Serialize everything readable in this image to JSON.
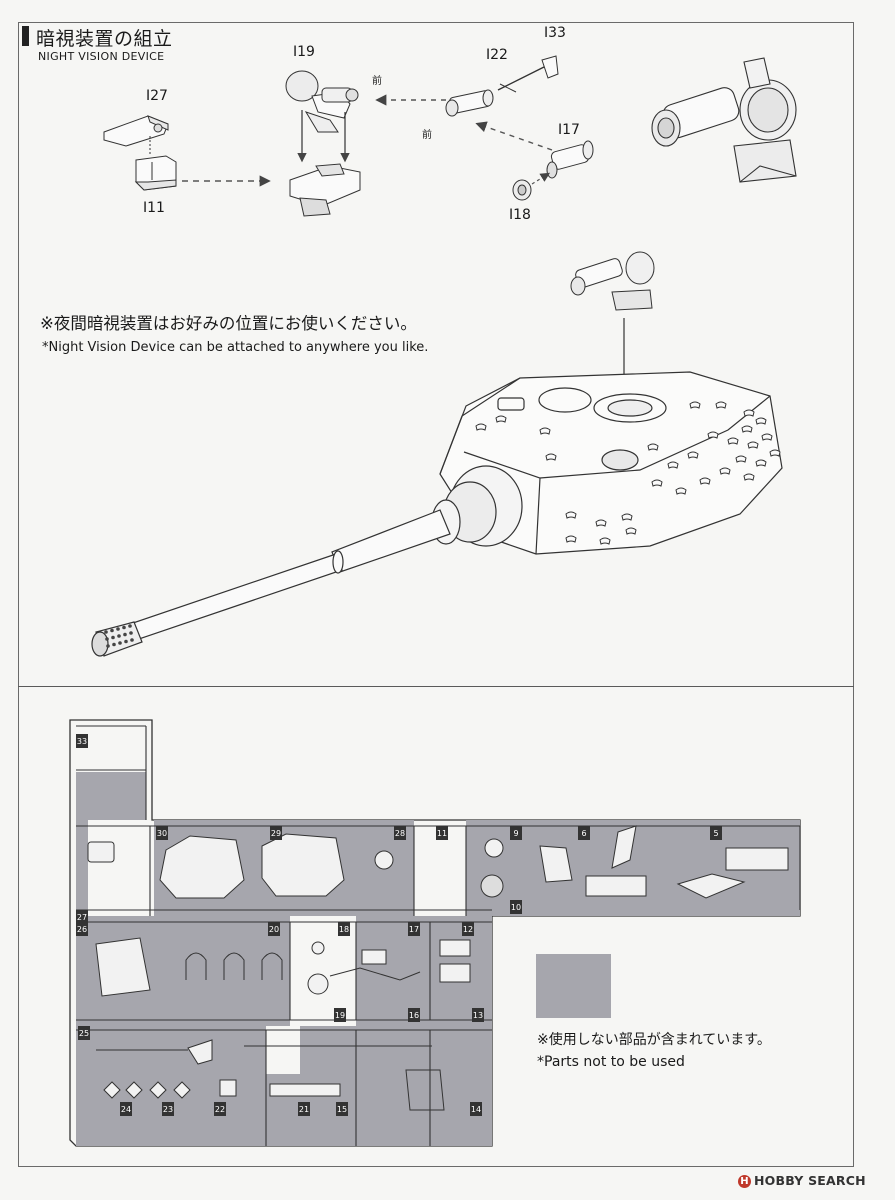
{
  "header": {
    "title_ja": "暗視装置の組立",
    "title_en": "NIGHT VISION DEVICE"
  },
  "parts": {
    "i27": "I27",
    "i11": "I11",
    "i19": "I19",
    "i22": "I22",
    "i33": "I33",
    "i17": "I17",
    "i18": "I18",
    "front_1": "前",
    "front_2": "前"
  },
  "note": {
    "ja": "※夜間暗視装置はお好みの位置にお使いください。",
    "en": "*Night Vision Device can be attached to anywhere you like."
  },
  "runner": {
    "part_numbers": [
      "33",
      "30",
      "29",
      "28",
      "11",
      "9",
      "6",
      "5",
      "27",
      "26",
      "20",
      "18",
      "17",
      "12",
      "19",
      "16",
      "13",
      "10",
      "25",
      "24",
      "23",
      "22",
      "21",
      "15",
      "14"
    ],
    "legend_ja": "※使用しない部品が含まれています。",
    "legend_en": "*Parts not to be used"
  },
  "watermark": {
    "logo": "H",
    "text": "HOBBY SEARCH"
  },
  "colors": {
    "unused_parts": "#a6a6ad",
    "line": "#333333",
    "arrow": "#555555"
  }
}
